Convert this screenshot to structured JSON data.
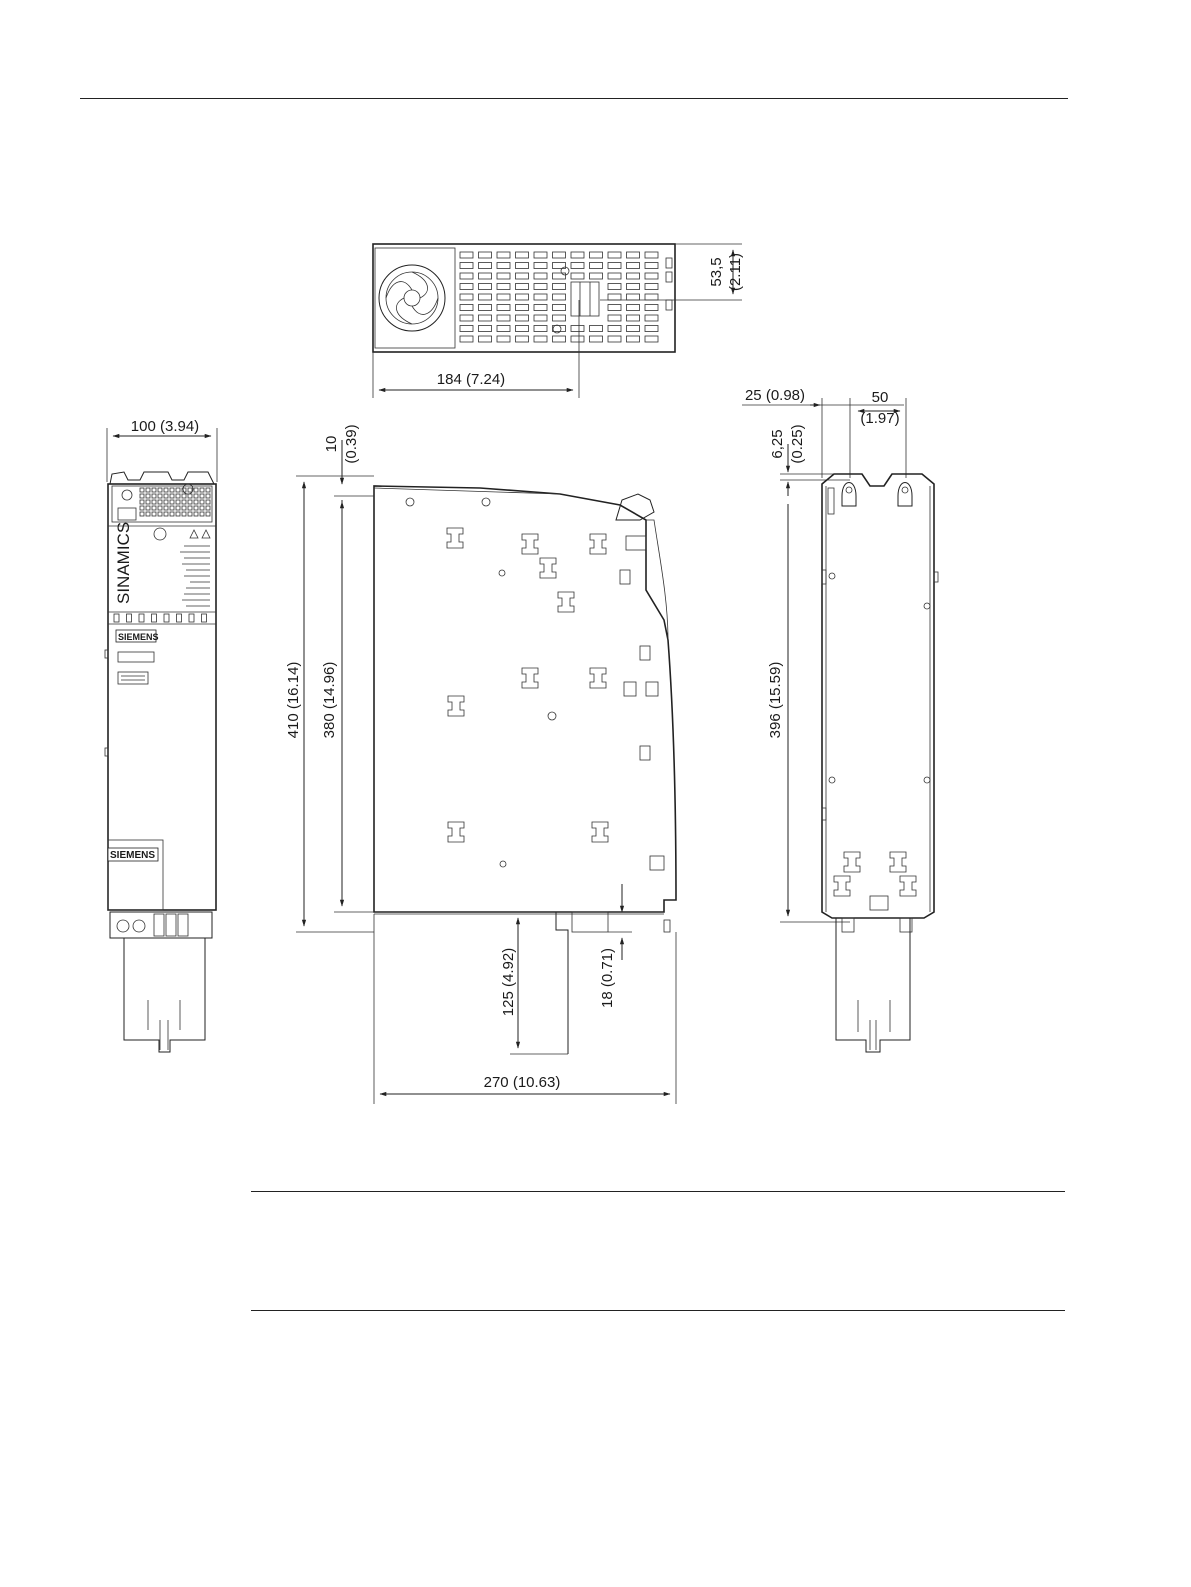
{
  "page": {
    "background": "#ffffff",
    "line_color": "#222222"
  },
  "dimensions": {
    "top_height": "53,5",
    "top_height_in": "(2.11)",
    "top_depth": "184 (7.24)",
    "front_width": "100 (3.94)",
    "side_offset": "10",
    "side_offset_in": "(0.39)",
    "side_total_height": "410 (16.14)",
    "side_body_height": "380 (14.96)",
    "side_shield_length": "125 (4.92)",
    "side_bottom_offset": "18 (0.71)",
    "side_depth": "270 (10.63)",
    "rear_offset": "25 (0.98)",
    "rear_spacing": "50",
    "rear_spacing_in": "(1.97)",
    "rear_small": "6,25",
    "rear_small_in": "(0.25)",
    "rear_height": "396 (15.59)"
  },
  "labels": {
    "brand_vertical": "SINAMICS",
    "brand_top": "SIEMENS",
    "brand_bottom": "SIEMENS"
  }
}
